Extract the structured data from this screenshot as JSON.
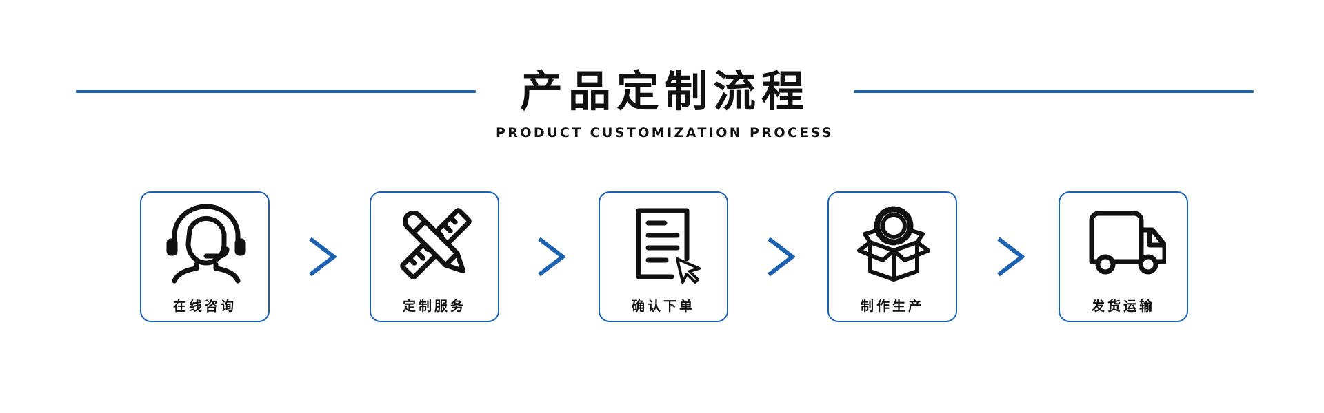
{
  "header": {
    "title": "产品定制流程",
    "subtitle": "PRODUCT CUSTOMIZATION PROCESS"
  },
  "steps": [
    {
      "label": "在线咨询",
      "icon": "customer-service-headset-icon"
    },
    {
      "label": "定制服务",
      "icon": "pencil-ruler-icon"
    },
    {
      "label": "确认下单",
      "icon": "document-cursor-icon"
    },
    {
      "label": "制作生产",
      "icon": "box-gear-icon"
    },
    {
      "label": "发货运输",
      "icon": "delivery-truck-icon"
    }
  ],
  "colors": {
    "accent": "#1d62b1",
    "text": "#111111",
    "background": "#ffffff"
  }
}
